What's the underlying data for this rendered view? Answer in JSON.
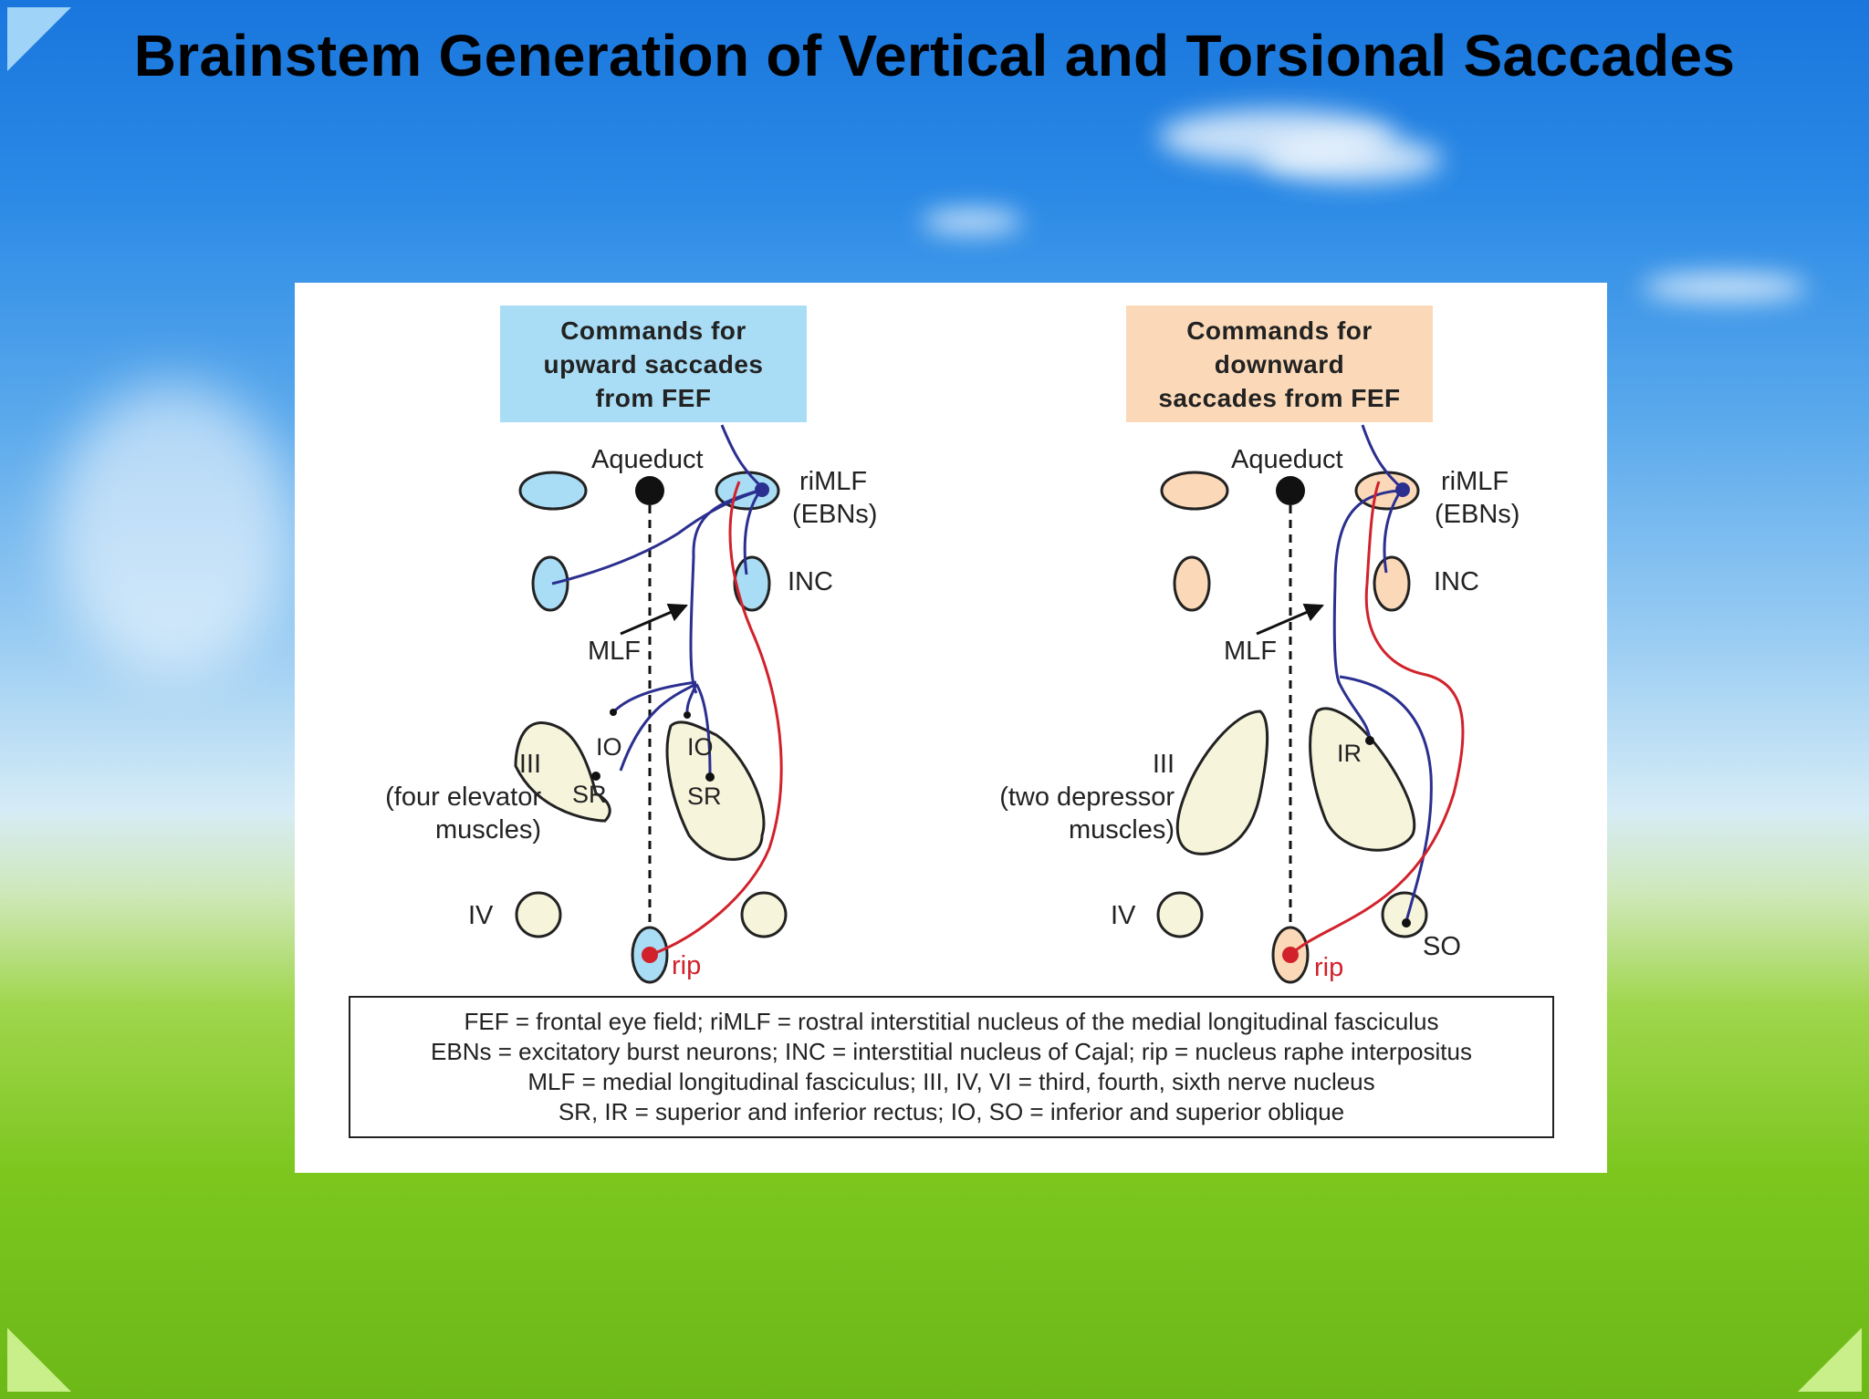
{
  "slide": {
    "title": "Brainstem Generation of Vertical and Torsional Saccades"
  },
  "colors": {
    "up_nucleus_fill": "#a9ddf5",
    "down_nucleus_fill": "#fbd9b8",
    "cranial_nucleus_fill": "#f7f4dc",
    "blue_pathway": "#2b2f8f",
    "red_pathway": "#d1222c"
  },
  "diagram": {
    "left": {
      "command": [
        "Commands for",
        "upward saccades",
        "from FEF"
      ],
      "aqueduct": "Aqueduct",
      "rimlf": [
        "riMLF",
        "(EBNs)"
      ],
      "inc": "INC",
      "mlf": "MLF",
      "io_left": "IO",
      "io_right": "IO",
      "sr_left": "SR",
      "sr_right": "SR",
      "nucleus3": [
        "III",
        "(four elevator",
        "muscles)"
      ],
      "nucleus4": "IV",
      "rip": "rip"
    },
    "right": {
      "command": [
        "Commands for",
        "downward",
        "saccades from FEF"
      ],
      "aqueduct": "Aqueduct",
      "rimlf": [
        "riMLF",
        "(EBNs)"
      ],
      "inc": "INC",
      "mlf": "MLF",
      "ir": "IR",
      "nucleus3": [
        "III",
        "(two depressor",
        "muscles)"
      ],
      "nucleus4": "IV",
      "so": "SO",
      "rip": "rip"
    },
    "legend": [
      "FEF = frontal eye field; riMLF = rostral interstitial nucleus of the medial longitudinal fasciculus",
      "EBNs = excitatory burst neurons; INC = interstitial nucleus of Cajal; rip = nucleus raphe interpositus",
      "MLF = medial longitudinal fasciculus; III, IV, VI = third, fourth, sixth nerve nucleus",
      "SR, IR = superior and inferior rectus; IO, SO = inferior and superior oblique"
    ]
  }
}
